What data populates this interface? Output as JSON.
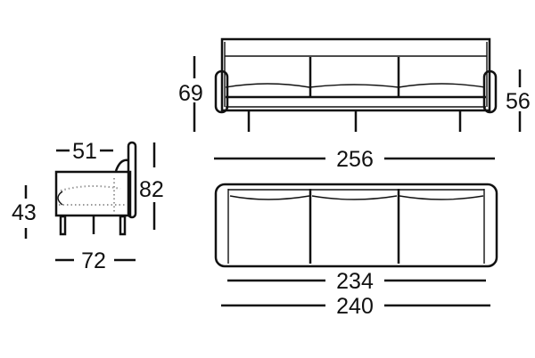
{
  "drawing": {
    "title": "Sofa dimension diagram",
    "front_view": {
      "height_back": "69",
      "height_arm": "56",
      "width_overall": "256"
    },
    "top_view": {
      "width_inner": "234",
      "width_seat": "240"
    },
    "side_view": {
      "seat_depth": "51",
      "total_height": "82",
      "seat_height": "43",
      "depth": "72"
    }
  }
}
